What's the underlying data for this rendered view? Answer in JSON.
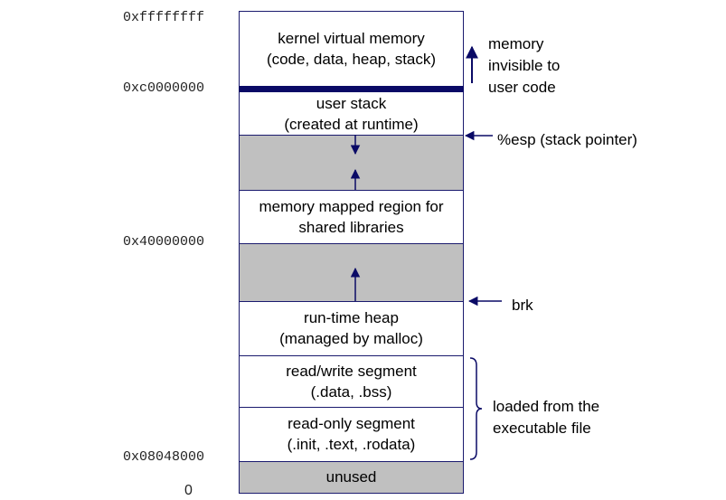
{
  "addresses": {
    "top": "0xffffffff",
    "kernel_start": "0xc0000000",
    "mmap": "0x40000000",
    "text_start": "0x08048000",
    "zero": "0"
  },
  "segments": {
    "kernel": [
      "kernel virtual memory",
      "(code, data, heap, stack)"
    ],
    "user_stack": [
      "user stack",
      "(created at runtime)"
    ],
    "mmap": [
      "memory mapped region for",
      "shared libraries"
    ],
    "heap": [
      "run-time heap",
      "(managed by malloc)"
    ],
    "rw": [
      "read/write segment",
      "(.data, .bss)"
    ],
    "ro": [
      "read-only segment",
      "(.init, .text, .rodata)"
    ],
    "unused": "unused"
  },
  "annotations": {
    "kernel_note": [
      "memory",
      "invisible to",
      "user code"
    ],
    "esp": "%esp (stack pointer)",
    "brk": "brk",
    "loaded": [
      "loaded from the",
      "executable file"
    ]
  },
  "colors": {
    "line": "#1a1a6e",
    "gray_fill": "#c0c0c0",
    "dark_bar": "#0a0a66"
  }
}
